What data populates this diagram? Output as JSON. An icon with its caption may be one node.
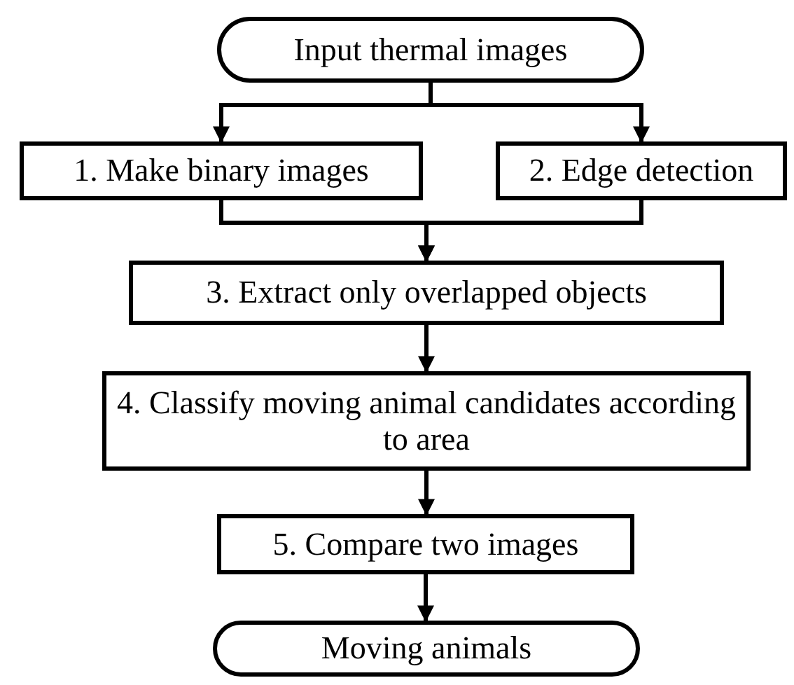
{
  "diagram": {
    "nodes": [
      {
        "text": [
          "Input thermal images"
        ]
      },
      {
        "text": [
          "1. Make binary images"
        ]
      },
      {
        "text": [
          "2. Edge detection"
        ]
      },
      {
        "text": [
          "3. Extract only overlapped objects"
        ]
      },
      {
        "text": [
          "4. Classify moving animal candidates according to area"
        ]
      },
      {
        "text": [
          "5. Compare two images"
        ]
      },
      {
        "text": [
          "Moving animals"
        ]
      }
    ],
    "edges": [
      {
        "from": 0,
        "to": 1,
        "arrow": "to"
      },
      {
        "from": 0,
        "to": 2,
        "arrow": "to"
      },
      {
        "from": 1,
        "to": 3,
        "arrow": "to"
      },
      {
        "from": 2,
        "to": 3,
        "arrow": "to"
      },
      {
        "from": 3,
        "to": 4,
        "arrow": "to"
      },
      {
        "from": 4,
        "to": 5,
        "arrow": "to"
      },
      {
        "from": 5,
        "to": 6,
        "arrow": "to"
      }
    ]
  }
}
